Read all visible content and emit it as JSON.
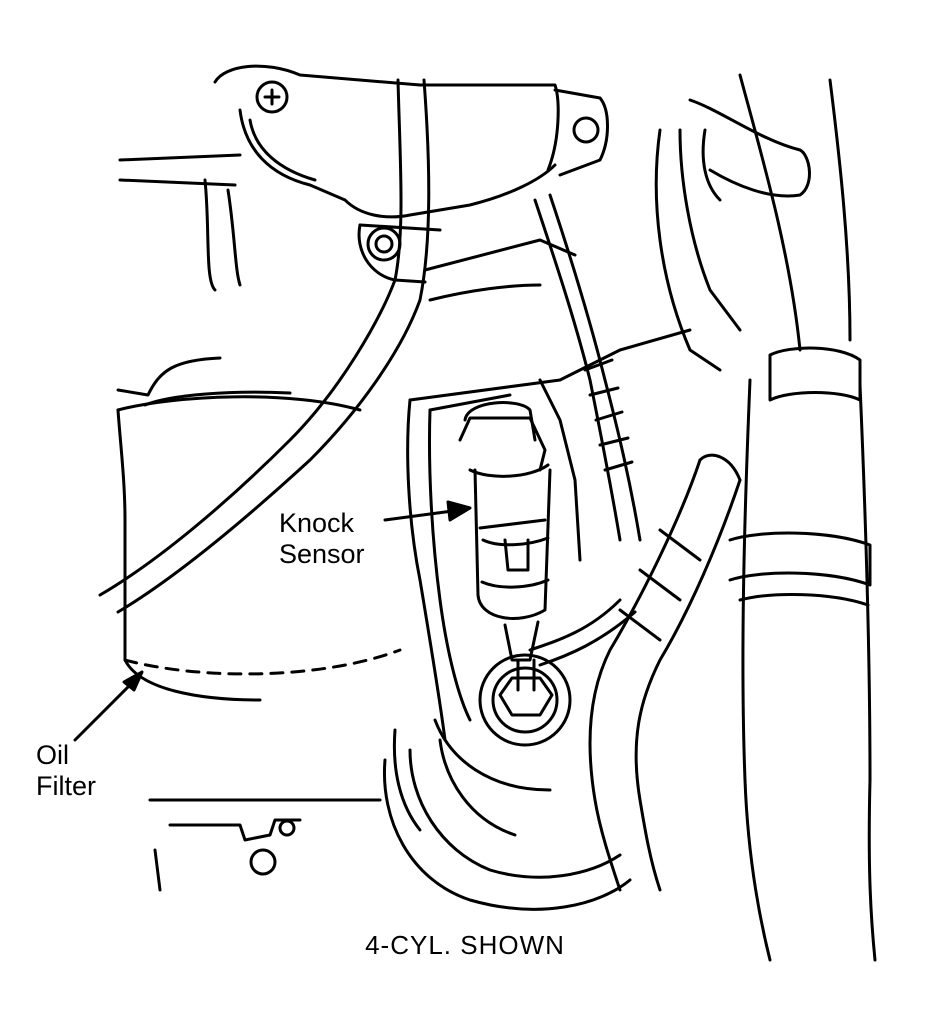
{
  "labels": {
    "knock_sensor": [
      "Knock",
      "Sensor"
    ],
    "oil_filter": [
      "Oil",
      "Filter"
    ]
  },
  "caption": "4-CYL. SHOWN",
  "colors": {
    "ink": "#000000",
    "paper": "#ffffff"
  }
}
